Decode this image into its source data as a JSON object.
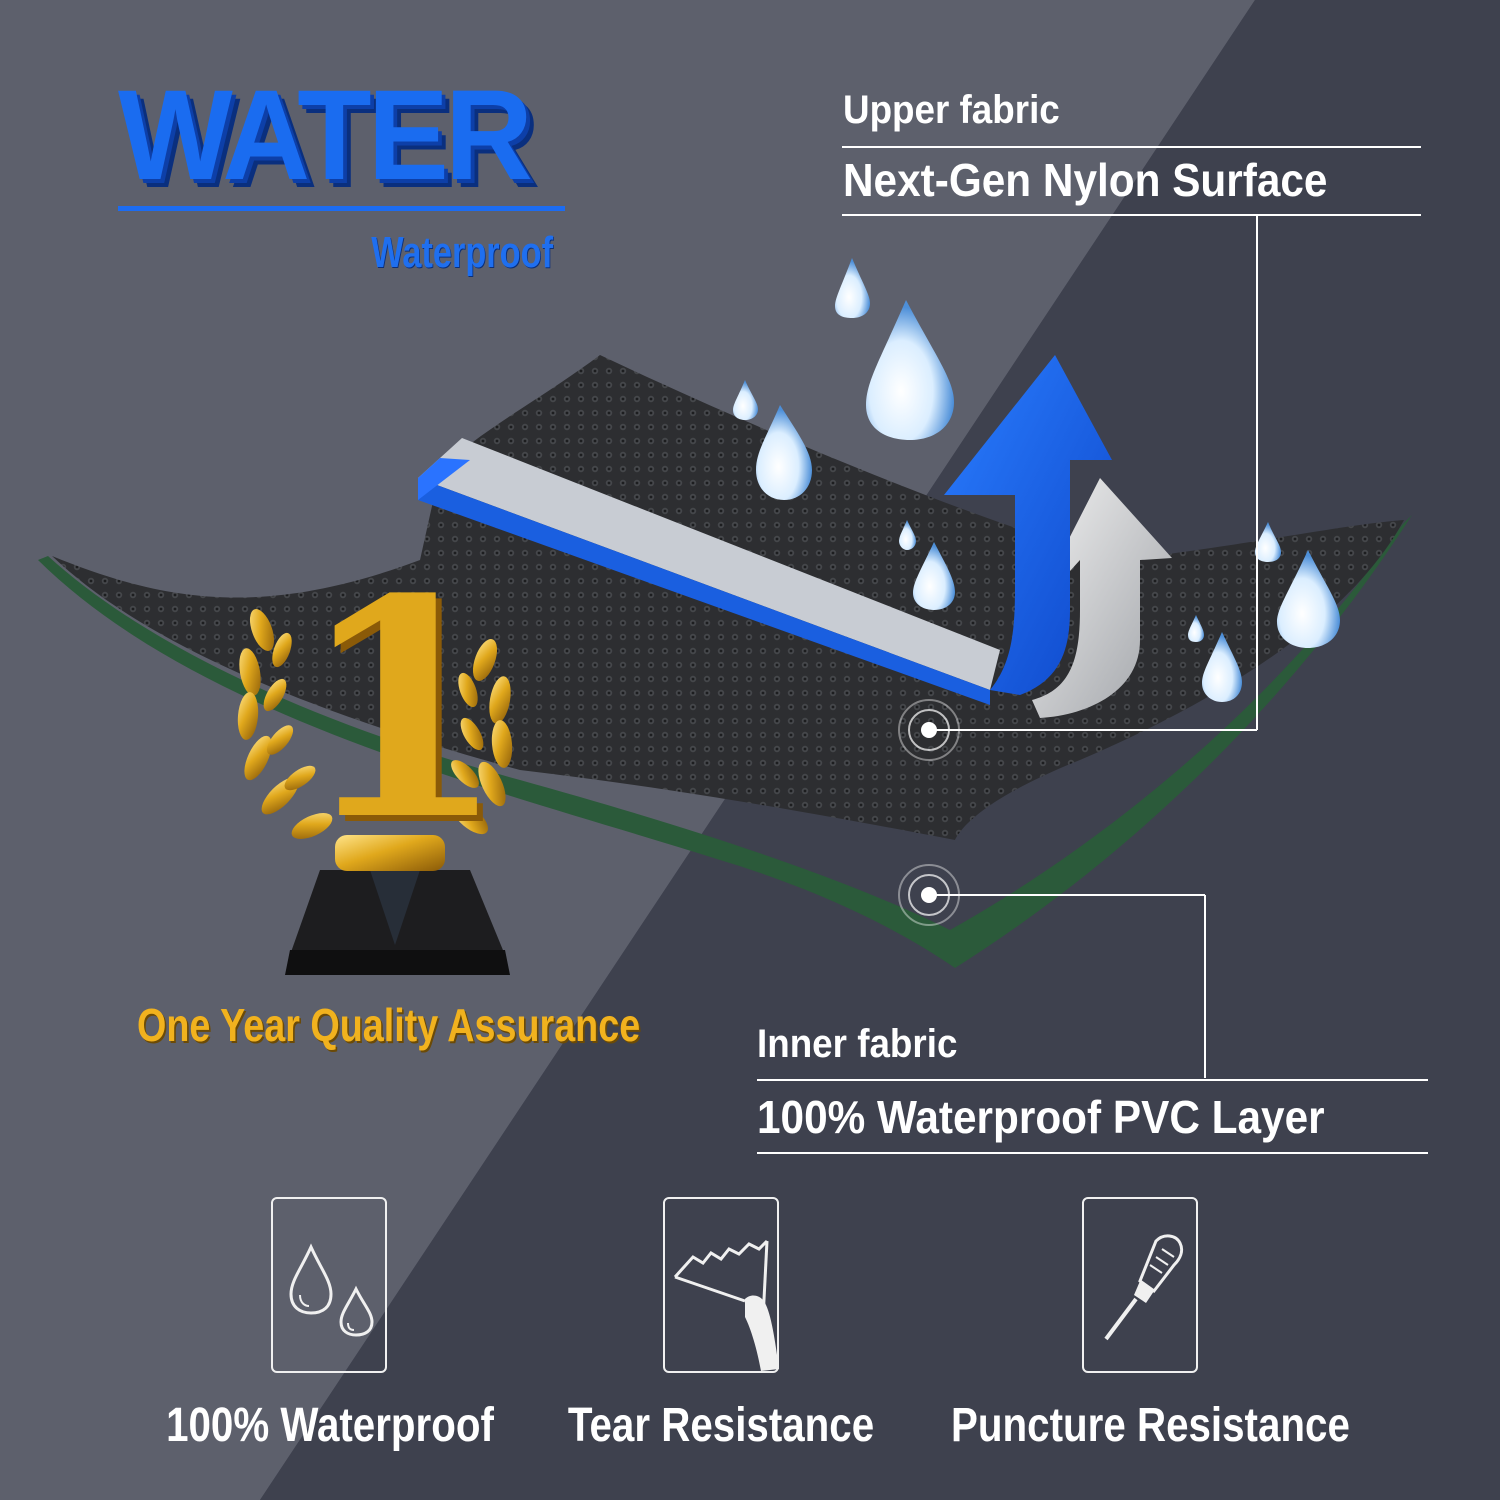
{
  "brand": {
    "title": "WATER",
    "subtitle": "Waterproof"
  },
  "upper_fabric": {
    "label": "Upper fabric",
    "description": "Next-Gen Nylon Surface"
  },
  "inner_fabric": {
    "label": "Inner fabric",
    "description": "100% Waterproof PVC Layer"
  },
  "trophy": {
    "rank": "1",
    "caption": "One Year Quality Assurance"
  },
  "features": [
    {
      "label": "100% Waterproof",
      "icon": "water-drops-icon"
    },
    {
      "label": "Tear Resistance",
      "icon": "tear-hand-icon"
    },
    {
      "label": "Puncture Resistance",
      "icon": "screwdriver-icon"
    }
  ],
  "colors": {
    "background_light": "#5c5f6b",
    "background_dark": "#3f424f",
    "brand_blue": "#1a6cf0",
    "fabric_black": "#2f3032",
    "pvc_green": "#2b5a3a",
    "gold": "#f1b21e",
    "text": "#ffffff"
  }
}
